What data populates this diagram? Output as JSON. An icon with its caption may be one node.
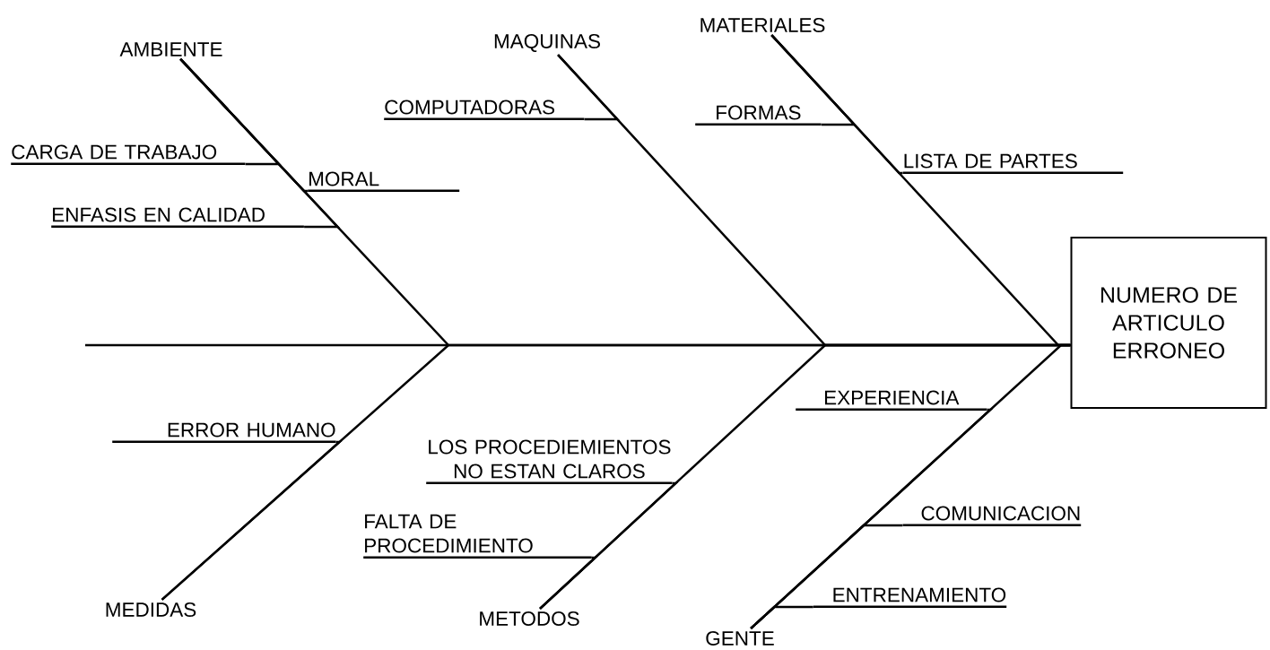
{
  "diagram": {
    "nodes": [
      {
        "text": [
          "AMBIENTE"
        ]
      },
      {
        "text": [
          "MAQUINAS"
        ]
      },
      {
        "text": [
          "MATERIALES"
        ]
      },
      {
        "text": [
          "CARGA DE TRABAJO"
        ]
      },
      {
        "text": [
          "COMPUTADORAS"
        ]
      },
      {
        "text": [
          "FORMAS"
        ]
      },
      {
        "text": [
          "LISTA DE PARTES"
        ]
      },
      {
        "text": [
          "MORAL"
        ]
      },
      {
        "text": [
          "ENFASIS EN CALIDAD"
        ]
      },
      {
        "text": [
          "NUMERO DE ARTICULO ERRONEO"
        ]
      },
      {
        "text": [
          "LOS PROCEDIEMIENTOS NO ESTAN CLAROS"
        ]
      },
      {
        "text": [
          "ERROR HUMANO"
        ]
      },
      {
        "text": [
          "EXPERIENCIA"
        ]
      },
      {
        "text": [
          "FALTA DE PROCEDIMIENTO"
        ]
      },
      {
        "text": [
          "COMUNICACION"
        ]
      },
      {
        "text": [
          "ENTRENAMIENTO"
        ]
      },
      {
        "text": [
          "MEDIDAS"
        ]
      },
      {
        "text": [
          "METODOS"
        ]
      },
      {
        "text": [
          "GENTE"
        ]
      }
    ],
    "edges": [
      {
        "from": 0,
        "to": 9,
        "arrow": "none"
      },
      {
        "from": 1,
        "to": 9,
        "arrow": "none"
      },
      {
        "from": 2,
        "to": 9,
        "arrow": "none"
      },
      {
        "from": 16,
        "to": 9,
        "arrow": "none"
      },
      {
        "from": 17,
        "to": 9,
        "arrow": "none"
      },
      {
        "from": 18,
        "to": 9,
        "arrow": "none"
      },
      {
        "from": 3,
        "to": 0,
        "arrow": "none"
      },
      {
        "from": 7,
        "to": 0,
        "arrow": "none"
      },
      {
        "from": 8,
        "to": 0,
        "arrow": "none"
      },
      {
        "from": 4,
        "to": 1,
        "arrow": "none"
      },
      {
        "from": 5,
        "to": 2,
        "arrow": "none"
      },
      {
        "from": 6,
        "to": 2,
        "arrow": "none"
      },
      {
        "from": 11,
        "to": 16,
        "arrow": "none"
      },
      {
        "from": 10,
        "to": 17,
        "arrow": "none"
      },
      {
        "from": 13,
        "to": 17,
        "arrow": "none"
      },
      {
        "from": 12,
        "to": 18,
        "arrow": "none"
      },
      {
        "from": 14,
        "to": 18,
        "arrow": "none"
      },
      {
        "from": 15,
        "to": 18,
        "arrow": "none"
      }
    ]
  }
}
